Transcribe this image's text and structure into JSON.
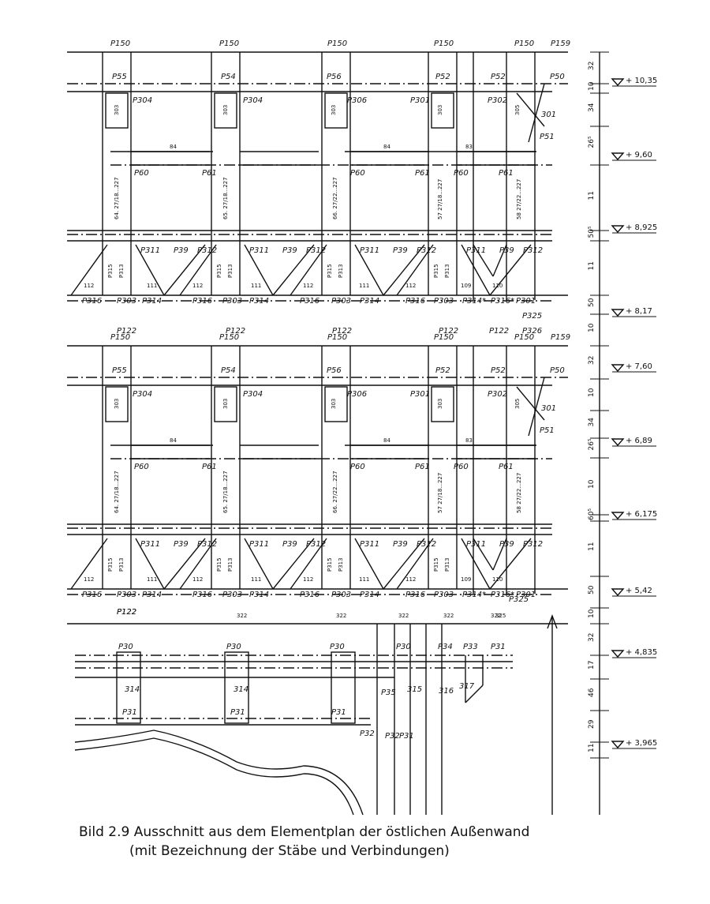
{
  "figure": {
    "caption_line1": "Bild 2.9 Ausschnitt aus dem Elementplan der östlichen Außenwand",
    "caption_line2": "(mit Bezeichnung der Stäbe und Verbindungen)"
  },
  "levels": [
    "+ 10,35",
    "+ 9,60",
    "+ 8,925",
    "+ 8,17",
    "+ 7,60",
    "+ 6,89",
    "+ 6,175",
    "+ 5,42",
    "+ 4,835",
    "+ 3,965"
  ],
  "dimensions": [
    "32",
    "10",
    "34",
    "26⁵",
    "11",
    "50⁵",
    "11",
    "50",
    "10",
    "32",
    "10",
    "34",
    "26⁵",
    "10",
    "60⁵",
    "11",
    "50",
    "10",
    "32",
    "17",
    "46",
    "29",
    "11"
  ],
  "tiers": [
    {
      "top_labels": [
        "P150",
        "P150",
        "P150",
        "P150",
        "P150",
        "P159"
      ],
      "post_labels": [
        "P55",
        "P54",
        "P56",
        "P52",
        "P52",
        "P50"
      ],
      "panel_labels": [
        "P304",
        "P304",
        "P306",
        "P301",
        "P302",
        "301",
        "P51"
      ],
      "post_numbers": [
        "303",
        "303",
        "303",
        "303",
        "305"
      ],
      "column_texts": [
        "64. 27/18...227",
        "65. 27/18...227",
        "66. 27/22...227",
        "57 27/18...227",
        "58 27/22...227"
      ],
      "beam_labels": [
        "P60",
        "P61",
        "P60",
        "P61",
        "P60",
        "P61",
        "84",
        "84",
        "83"
      ],
      "brace_labels": [
        "P311",
        "P39",
        "P312",
        "P311",
        "P39",
        "P312",
        "P311",
        "P39",
        "P312",
        "P311",
        "P39",
        "P312"
      ],
      "stud_labels": [
        "P315",
        "P313",
        "P315",
        "P313",
        "P315",
        "P313",
        "P315",
        "P313"
      ],
      "panel_numbers": [
        "112",
        "111",
        "112",
        "111",
        "112",
        "111",
        "112",
        "109",
        "110"
      ],
      "bottom_labels": [
        "P316",
        "P303",
        "P314",
        "P316",
        "P303",
        "P314",
        "P316",
        "P303",
        "P314",
        "P316",
        "P303",
        "P314*",
        "P316*",
        "P301"
      ]
    }
  ],
  "misc_labels": [
    "P325",
    "P325",
    "P326",
    "P122",
    "P122",
    "P122",
    "P122",
    "P122",
    "P122"
  ],
  "base": {
    "labels": [
      "P122",
      "P30",
      "P30",
      "P30",
      "P30",
      "P34",
      "P33",
      "P31",
      "P31",
      "P31",
      "P31",
      "P35",
      "P32",
      "P32",
      "P31",
      "317",
      "316",
      "314",
      "314",
      "315"
    ],
    "numbers": [
      "322",
      "322",
      "322",
      "322",
      "322",
      "325"
    ]
  }
}
